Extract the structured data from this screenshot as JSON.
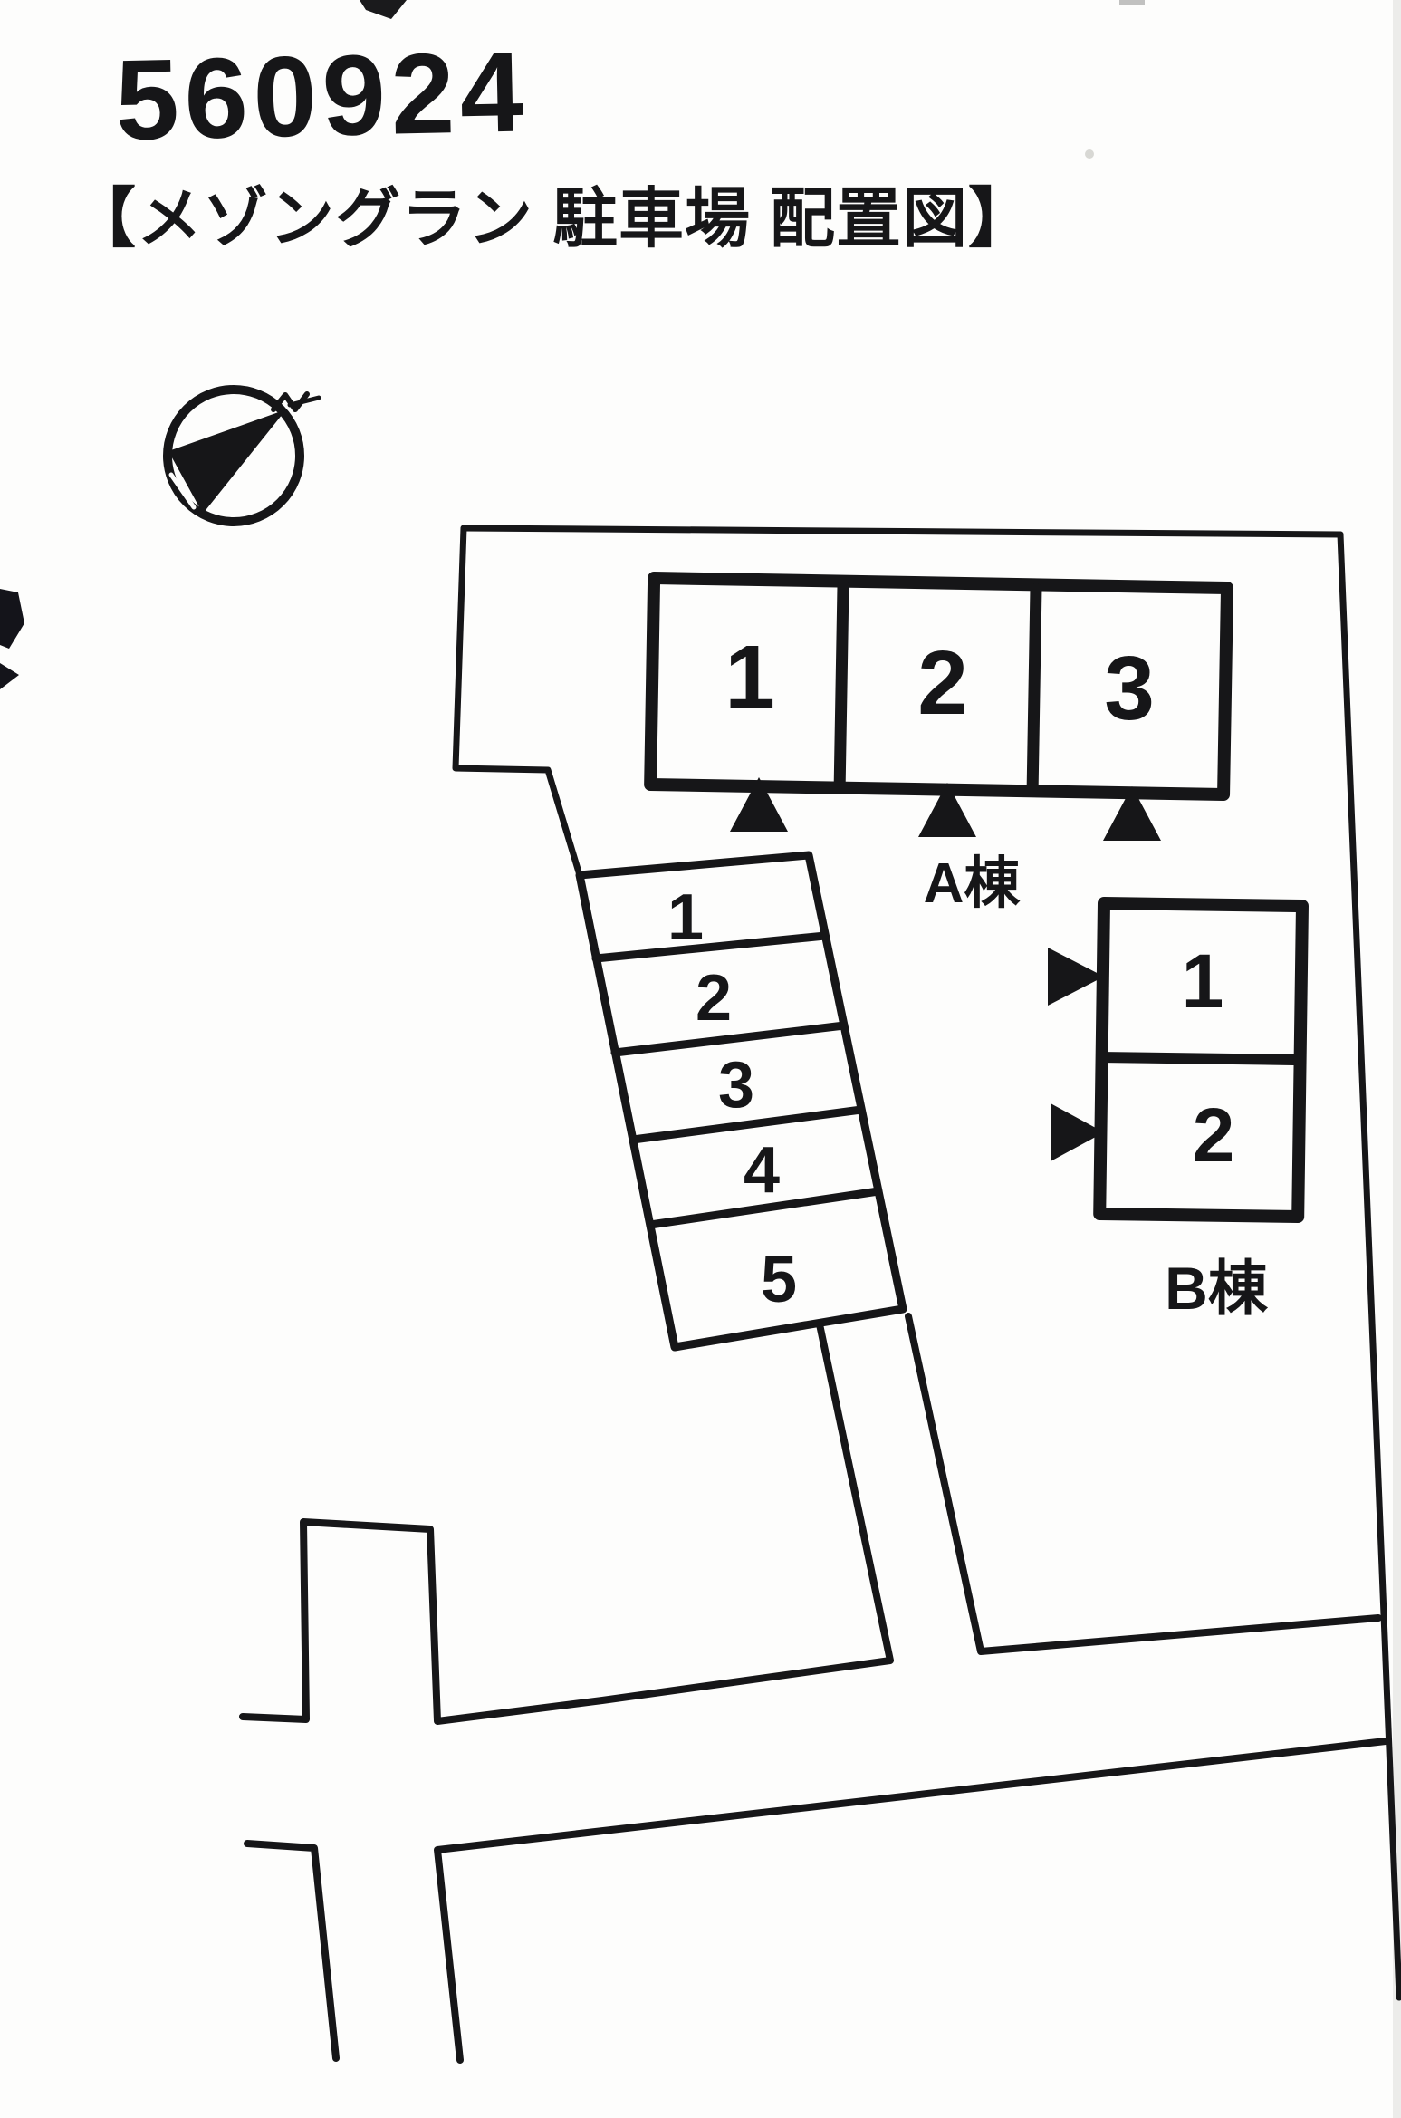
{
  "document": {
    "ref_number": "560924",
    "title": "【メゾングラン 駐車場 配置図】",
    "ink_color": "#161618",
    "paper_color": "#fdfdfc"
  },
  "compass": {
    "type": "north-arrow-compass"
  },
  "parking": {
    "a_block": {
      "label": "A棟",
      "spaces": [
        "1",
        "2",
        "3"
      ]
    },
    "slanted_row": {
      "spaces": [
        "1",
        "2",
        "3",
        "4",
        "5"
      ]
    },
    "b_block": {
      "label": "B棟",
      "spaces": [
        "1",
        "2"
      ]
    }
  }
}
